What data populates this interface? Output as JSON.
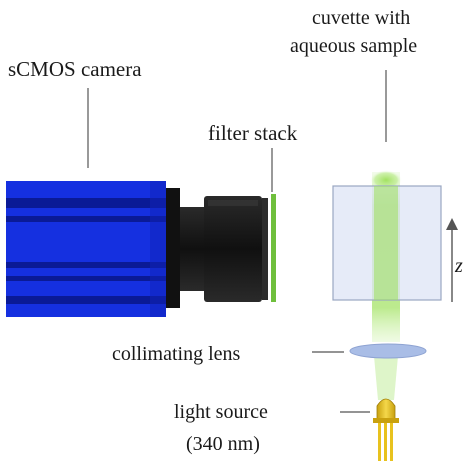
{
  "labels": {
    "camera": "sCMOS camera",
    "filter": "filter stack",
    "cuvette_line1": "cuvette with",
    "cuvette_line2": "aqueous sample",
    "lens": "collimating lens",
    "source_line1": "light source",
    "source_line2": "(340 nm)",
    "axis": "z"
  },
  "colors": {
    "camera_body": "#1530e0",
    "camera_stripe": "#0a1a96",
    "lens_barrel": "#1c1c1c",
    "filter": "#6fbf3c",
    "beam": "#a6e36a",
    "cuvette_fill": "#dde4f5",
    "cuvette_edge": "#9aa6c2",
    "collimating_lens": "#a9bde6",
    "led_gold": "#e8c21e",
    "leader_line": "#555555"
  },
  "icons": [
    "camera-icon",
    "lens-barrel-icon",
    "filter-icon",
    "cuvette-icon",
    "collimating-lens-icon",
    "led-icon",
    "axis-arrow-icon"
  ]
}
